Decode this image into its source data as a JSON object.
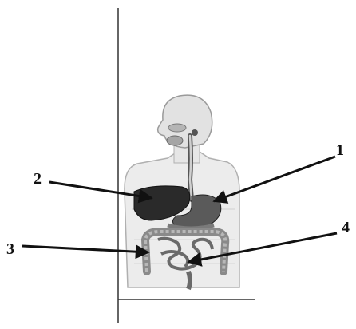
{
  "labels": [
    {
      "id": "1",
      "text": "1"
    },
    {
      "id": "2",
      "text": "2"
    },
    {
      "id": "3",
      "text": "3"
    },
    {
      "id": "4",
      "text": "4"
    }
  ],
  "colors": {
    "ink": "#111111",
    "skin": "#e6e6e6",
    "outline": "#8a8a8a",
    "organ_dark": "#2a2a2a",
    "organ_mid": "#6e6e6e",
    "intestine": "#9a9a9a"
  }
}
